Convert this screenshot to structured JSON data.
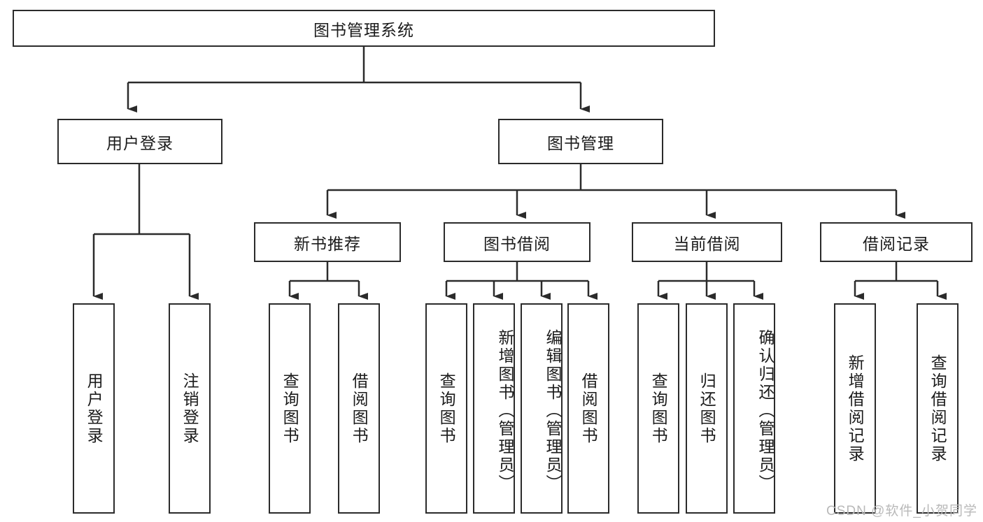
{
  "diagram": {
    "title": "图书管理系统",
    "type": "hierarchy-tree",
    "watermark": "CSDN @软件_小贺同学",
    "colors": {
      "box_border": "#2b2b2b",
      "box_fill": "#ffffff",
      "edge": "#2b2b2b",
      "text": "#1b1b1b",
      "watermark": "#b9b9b9"
    },
    "nodes": {
      "root": {
        "label": "图书管理系统",
        "level": 0,
        "orientation": "horizontal"
      },
      "user_login": {
        "label": "用户登录",
        "level": 1,
        "orientation": "horizontal"
      },
      "book_manage": {
        "label": "图书管理",
        "level": 1,
        "orientation": "horizontal"
      },
      "new_book_rec": {
        "label": "新书推荐",
        "level": 2,
        "orientation": "horizontal"
      },
      "book_borrow": {
        "label": "图书借阅",
        "level": 2,
        "orientation": "horizontal"
      },
      "current_borrow": {
        "label": "当前借阅",
        "level": 2,
        "orientation": "horizontal"
      },
      "borrow_record": {
        "label": "借阅记录",
        "level": 2,
        "orientation": "horizontal"
      },
      "leaf_user_login": {
        "label": "用户登录",
        "level": 3,
        "orientation": "vertical"
      },
      "leaf_logout": {
        "label": "注销登录",
        "level": 3,
        "orientation": "vertical"
      },
      "leaf_query_book_1": {
        "label": "查询图书",
        "level": 3,
        "orientation": "vertical"
      },
      "leaf_borrow_book_1": {
        "label": "借阅图书",
        "level": 3,
        "orientation": "vertical"
      },
      "leaf_query_book_2": {
        "label": "查询图书",
        "level": 3,
        "orientation": "vertical"
      },
      "leaf_add_book": {
        "label": "新增图书（管理员）",
        "level": 3,
        "orientation": "vertical"
      },
      "leaf_edit_book": {
        "label": "编辑图书（管理员）",
        "level": 3,
        "orientation": "vertical"
      },
      "leaf_borrow_book_2": {
        "label": "借阅图书",
        "level": 3,
        "orientation": "vertical"
      },
      "leaf_query_book_3": {
        "label": "查询图书",
        "level": 3,
        "orientation": "vertical"
      },
      "leaf_return_book": {
        "label": "归还图书",
        "level": 3,
        "orientation": "vertical"
      },
      "leaf_confirm_return": {
        "label": "确认归还（管理员）",
        "level": 3,
        "orientation": "vertical"
      },
      "leaf_add_record": {
        "label": "新增借阅记录",
        "level": 3,
        "orientation": "vertical"
      },
      "leaf_query_record": {
        "label": "查询借阅记录",
        "level": 3,
        "orientation": "vertical"
      }
    },
    "edges": [
      {
        "from": "root",
        "to": "user_login"
      },
      {
        "from": "root",
        "to": "book_manage"
      },
      {
        "from": "book_manage",
        "to": "new_book_rec"
      },
      {
        "from": "book_manage",
        "to": "book_borrow"
      },
      {
        "from": "book_manage",
        "to": "current_borrow"
      },
      {
        "from": "book_manage",
        "to": "borrow_record"
      },
      {
        "from": "user_login",
        "to": "leaf_user_login"
      },
      {
        "from": "user_login",
        "to": "leaf_logout"
      },
      {
        "from": "new_book_rec",
        "to": "leaf_query_book_1"
      },
      {
        "from": "new_book_rec",
        "to": "leaf_borrow_book_1"
      },
      {
        "from": "book_borrow",
        "to": "leaf_query_book_2"
      },
      {
        "from": "book_borrow",
        "to": "leaf_add_book"
      },
      {
        "from": "book_borrow",
        "to": "leaf_edit_book"
      },
      {
        "from": "book_borrow",
        "to": "leaf_borrow_book_2"
      },
      {
        "from": "current_borrow",
        "to": "leaf_query_book_3"
      },
      {
        "from": "current_borrow",
        "to": "leaf_return_book"
      },
      {
        "from": "current_borrow",
        "to": "leaf_confirm_return"
      },
      {
        "from": "borrow_record",
        "to": "leaf_add_record"
      },
      {
        "from": "borrow_record",
        "to": "leaf_query_record"
      }
    ]
  }
}
